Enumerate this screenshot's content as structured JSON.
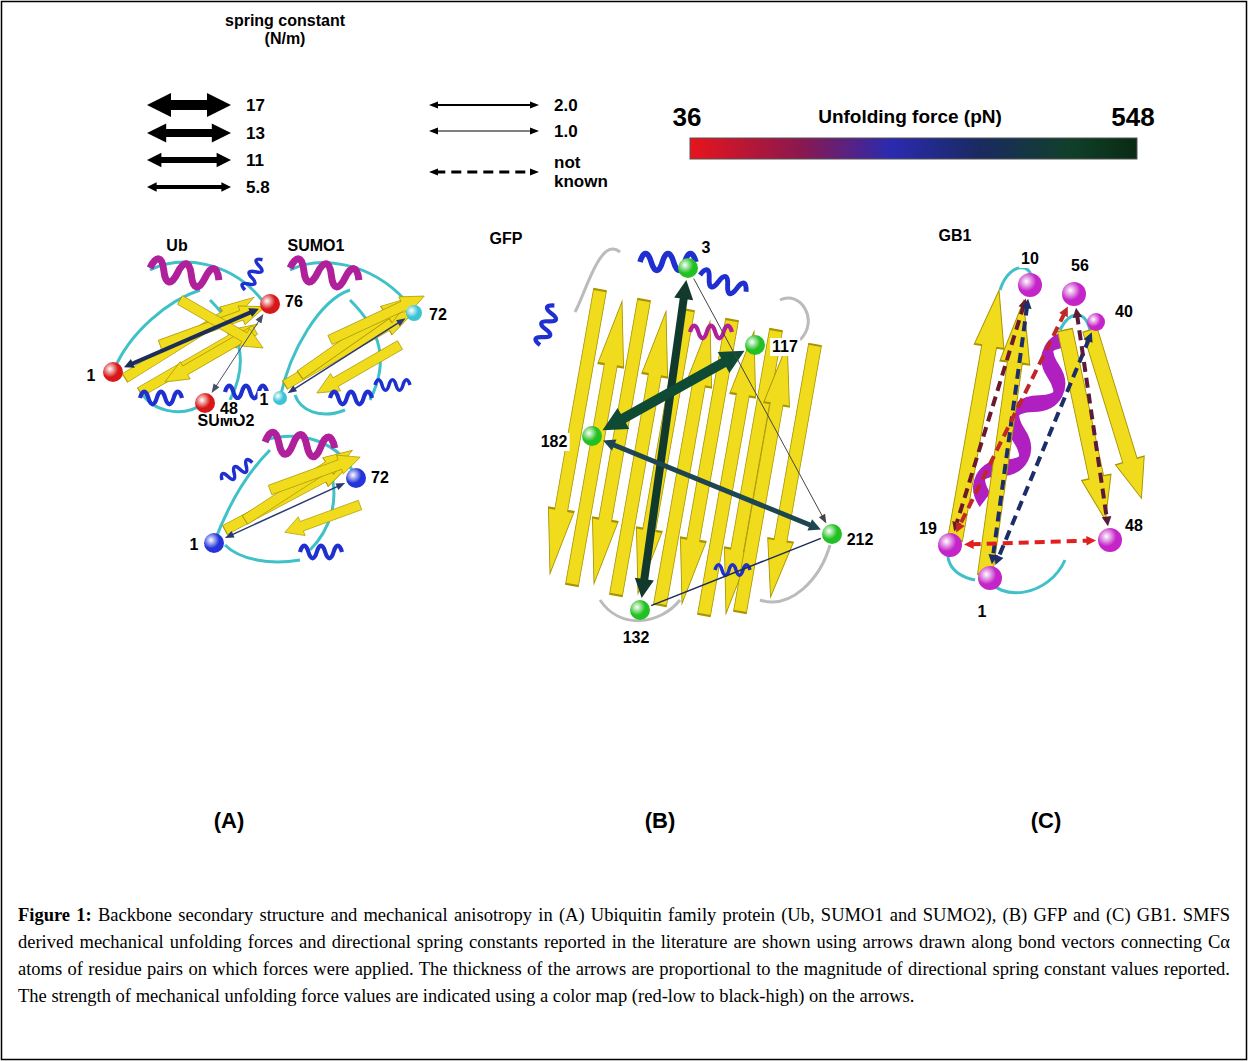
{
  "diagram": {
    "caption": "Figure 1: Backbone secondary structure and mechanical anisotropy in (A) Ubiquitin family protein (Ub, SUMO1 and SUMO2), (B) GFP and (C) GB1. SMFS derived mechanical unfolding forces and directional spring constants reported in the literature are shown using arrows drawn along bond vectors connecting Cα atoms of residue pairs on which forces were applied. The thickness of the arrows are proportional to the magnitude of directional spring constant values reported. The strength of mechanical unfolding force values are indicated using a color map (red-low to black-high) on the arrows.",
    "nodes": [
      {
        "text": [
          "1"
        ]
      },
      {
        "text": [
          "76"
        ]
      },
      {
        "text": [
          "48"
        ]
      },
      {
        "text": [
          "72"
        ]
      },
      {
        "text": [
          "1"
        ]
      },
      {
        "text": [
          "72"
        ]
      },
      {
        "text": [
          "1"
        ]
      },
      {
        "text": [
          "3"
        ]
      },
      {
        "text": [
          "117"
        ]
      },
      {
        "text": [
          "182"
        ]
      },
      {
        "text": [
          "212"
        ]
      },
      {
        "text": [
          "132"
        ]
      },
      {
        "text": [
          "10"
        ]
      },
      {
        "text": [
          "56"
        ]
      },
      {
        "text": [
          "40"
        ]
      },
      {
        "text": [
          "19"
        ]
      },
      {
        "text": [
          "48"
        ]
      },
      {
        "text": [
          "1"
        ]
      }
    ],
    "edges": [
      {
        "from": 1,
        "to": 0,
        "arrow": "both"
      },
      {
        "from": 1,
        "to": 2,
        "arrow": "both"
      },
      {
        "from": 4,
        "to": 3,
        "arrow": "both"
      },
      {
        "from": 6,
        "to": 5,
        "arrow": "both"
      },
      {
        "from": 7,
        "to": 11,
        "arrow": "both"
      },
      {
        "from": 8,
        "to": 9,
        "arrow": "both"
      },
      {
        "from": 9,
        "to": 10,
        "arrow": "both"
      },
      {
        "from": 7,
        "to": 10,
        "arrow": "to"
      },
      {
        "from": 11,
        "to": 10,
        "arrow": "none"
      },
      {
        "from": 12,
        "to": 15,
        "arrow": "both"
      },
      {
        "from": 12,
        "to": 17,
        "arrow": "both"
      },
      {
        "from": 13,
        "to": 15,
        "arrow": "both"
      },
      {
        "from": 14,
        "to": 17,
        "arrow": "both"
      },
      {
        "from": 13,
        "to": 16,
        "arrow": "both"
      },
      {
        "from": 15,
        "to": 16,
        "arrow": "both"
      }
    ],
    "labels": [
      "spring constant (N/m)",
      "36",
      "Unfolding force (pN)",
      "548",
      "Ub",
      "SUMO1",
      "SUMO2",
      "GFP",
      "GB1",
      "(A)",
      "(B)",
      "(C)"
    ],
    "legend": [
      {
        "text": "17"
      },
      {
        "text": "13"
      },
      {
        "text": "11"
      },
      {
        "text": "5.8"
      },
      {
        "text": "2.0"
      },
      {
        "text": "1.0"
      },
      {
        "text": "not known"
      }
    ]
  }
}
